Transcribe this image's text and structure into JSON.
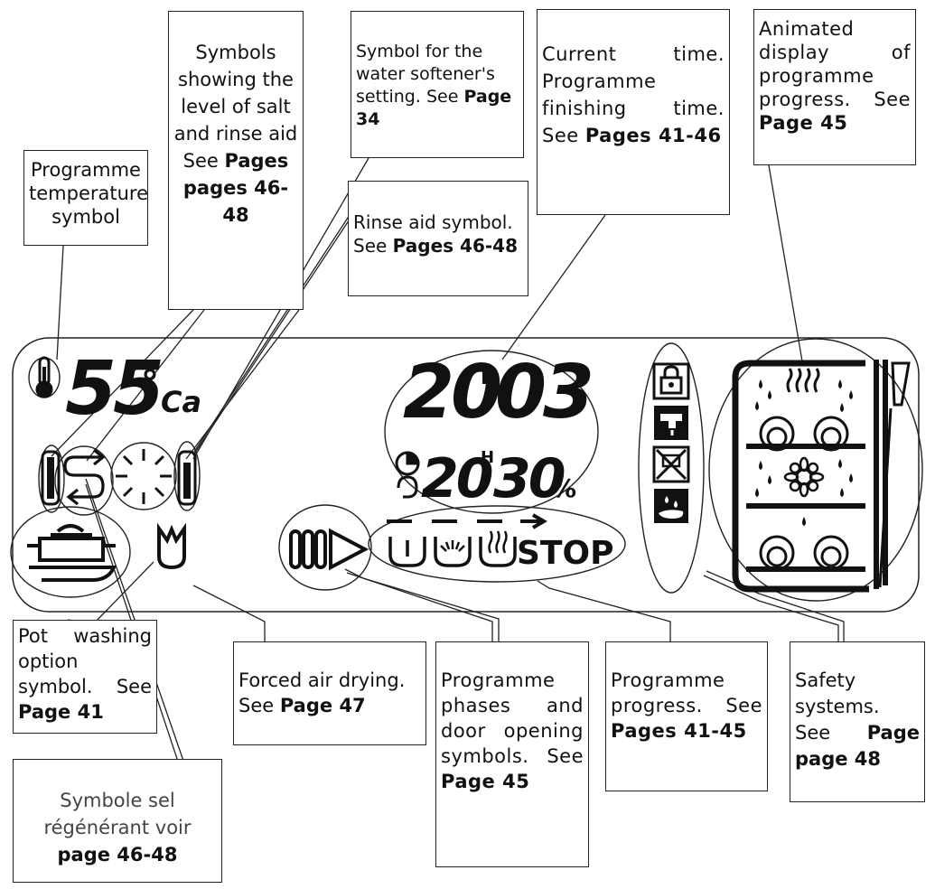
{
  "callouts": {
    "temperature": {
      "text": "Programme temperature symbol"
    },
    "salt_rinse_level": {
      "text": "Symbols showing the level of salt and rinse aid",
      "ref_prefix": "See",
      "ref": "Pages pages 46-48"
    },
    "softener": {
      "text": "Symbol for the water softener's setting.",
      "ref_prefix": "See",
      "ref": "Page 34"
    },
    "rinse_aid": {
      "text": "Rinse aid symbol. See",
      "ref": "Pages 46-48"
    },
    "current_time": {
      "text": "Current time. Programme finishing time.",
      "ref_prefix": "See",
      "ref": "Pages 41-46"
    },
    "animated": {
      "text": "Animated display of programme progress.",
      "ref_prefix": "See",
      "ref": "Page 45"
    },
    "pot_washing": {
      "text": "Pot washing option symbol. See",
      "ref": "Page 41"
    },
    "forced_air": {
      "text": "Forced air drying.",
      "ref_prefix": "See",
      "ref": "Page 47"
    },
    "phases": {
      "text": "Programme phases and door opening symbols.",
      "ref_prefix": "See",
      "ref": "Page 45"
    },
    "progress": {
      "text": "Programme progress. See",
      "ref": "Pages 41-45"
    },
    "safety": {
      "text": "Safety systems.",
      "ref_prefix": "See",
      "ref": "Page page 48"
    },
    "salt_regen": {
      "text": "Symbole sel régénérant",
      "ref_prefix": "voir",
      "ref": "page 46-48"
    }
  },
  "display": {
    "temperature_value": "55",
    "degree_unit": "°",
    "hardness_unit": "Ca",
    "current_time": {
      "hours": "20",
      "h_mark": "H",
      "minutes": "03"
    },
    "finish_time": {
      "hours": "20",
      "h_mark": "H",
      "minutes": "30"
    },
    "percent_sign": "%",
    "stop_label": "STOP"
  },
  "icons": {
    "temperature": "thermometer-icon",
    "salt_level": "salt-level-icon",
    "regeneration": "regeneration-arrows-icon",
    "softener": "sunburst-icon",
    "rinse_aid_level": "rinse-aid-level-icon",
    "pot": "pot-icon",
    "forced_air": "tulip-icon",
    "delay_clock": "delay-clock-icon",
    "phase_start": "phase-indicator-icon",
    "play": "play-triangle-icon",
    "prewash": "prewash-basin-icon",
    "wash": "wash-spray-icon",
    "dry": "dry-steam-icon",
    "lock": "padlock-icon",
    "tap": "water-tap-icon",
    "no_drain": "no-drain-icon",
    "leak": "water-leak-icon",
    "dishwasher": "dishwasher-racks-icon"
  },
  "colors": {
    "line": "#222222",
    "panel": "#ffffff"
  }
}
